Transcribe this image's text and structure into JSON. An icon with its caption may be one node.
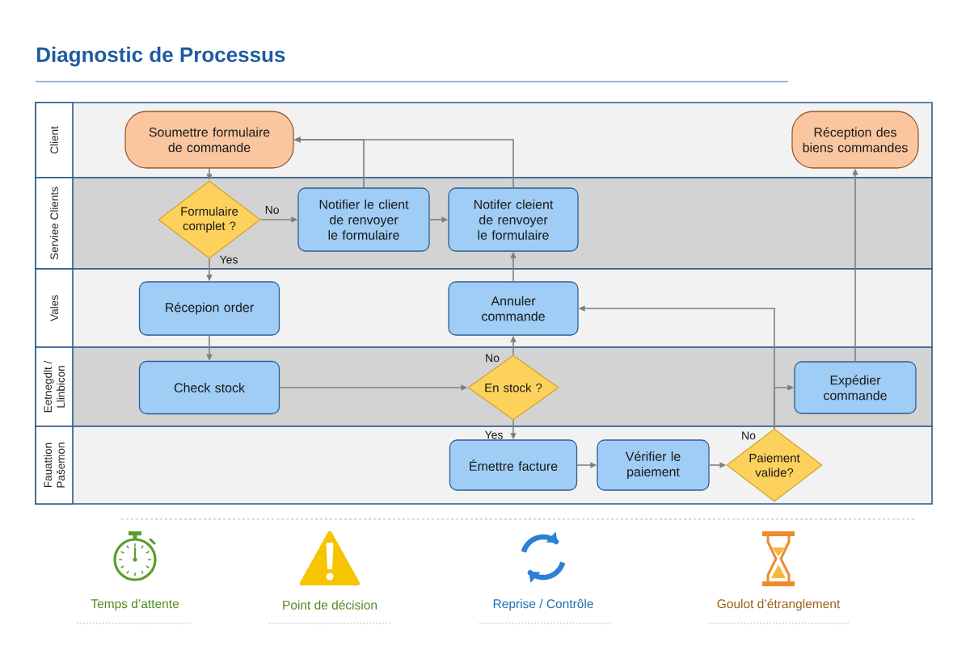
{
  "diagram": {
    "title": "Diagnostic de Processus",
    "nodes": [
      {
        "text": [
          "Client"
        ]
      },
      {
        "text": [
          "Serviee Clients"
        ]
      },
      {
        "text": [
          "Vales"
        ]
      },
      {
        "text": [
          "Eetnegdlt / Llinbicon"
        ]
      },
      {
        "text": [
          "Fauattion Pašemon"
        ]
      },
      {
        "text": [
          "Soumettre formulaire de commande"
        ],
        "in": 0
      },
      {
        "text": [
          "Réception des biens commandes"
        ],
        "in": 0
      },
      {
        "text": [
          "Formulaire complet ?"
        ],
        "in": 1
      },
      {
        "text": [
          "Notifier le client de renvoyer le formulaire"
        ],
        "in": 1
      },
      {
        "text": [
          "Notifer cleient de renvoyer le formulaire"
        ],
        "in": 1
      },
      {
        "text": [
          "Récepion order"
        ],
        "in": 2
      },
      {
        "text": [
          "Annuler commande"
        ],
        "in": 2
      },
      {
        "text": [
          "Check stock"
        ],
        "in": 3
      },
      {
        "text": [
          "En stock ?"
        ],
        "in": 3
      },
      {
        "text": [
          "Expédier commande"
        ],
        "in": 3
      },
      {
        "text": [
          "Émettre facture"
        ],
        "in": 4
      },
      {
        "text": [
          "Vérifier le paiement"
        ],
        "in": 4
      },
      {
        "text": [
          "Paiement valide?"
        ],
        "in": 4
      }
    ],
    "edges": [
      {
        "from": 5,
        "to": 7,
        "arrow": "to"
      },
      {
        "from": 7,
        "to": 8,
        "arrow": "to",
        "label": "No"
      },
      {
        "from": 7,
        "to": 10,
        "arrow": "to",
        "label": "Yes"
      },
      {
        "from": 8,
        "to": 9,
        "arrow": "to"
      },
      {
        "from": 8,
        "to": 5,
        "arrow": "to"
      },
      {
        "from": 9,
        "to": 5,
        "arrow": "to"
      },
      {
        "from": 11,
        "to": 9,
        "arrow": "to"
      },
      {
        "from": 10,
        "to": 12,
        "arrow": "to"
      },
      {
        "from": 12,
        "to": 13,
        "arrow": "to"
      },
      {
        "from": 13,
        "to": 11,
        "arrow": "to",
        "label": "No"
      },
      {
        "from": 13,
        "to": 15,
        "arrow": "to",
        "label": "Yes"
      },
      {
        "from": 15,
        "to": 16,
        "arrow": "to"
      },
      {
        "from": 16,
        "to": 17,
        "arrow": "to"
      },
      {
        "from": 17,
        "to": 11,
        "arrow": "to",
        "label": "No"
      },
      {
        "from": 17,
        "to": 14,
        "arrow": "to"
      },
      {
        "from": 14,
        "to": 6,
        "arrow": "to"
      }
    ],
    "legend": [
      {
        "text": "Temps d’attente"
      },
      {
        "text": "Point de décision"
      },
      {
        "text": "Reprise / Contrôle"
      },
      {
        "text": "Goulot d’étranglement"
      }
    ]
  }
}
